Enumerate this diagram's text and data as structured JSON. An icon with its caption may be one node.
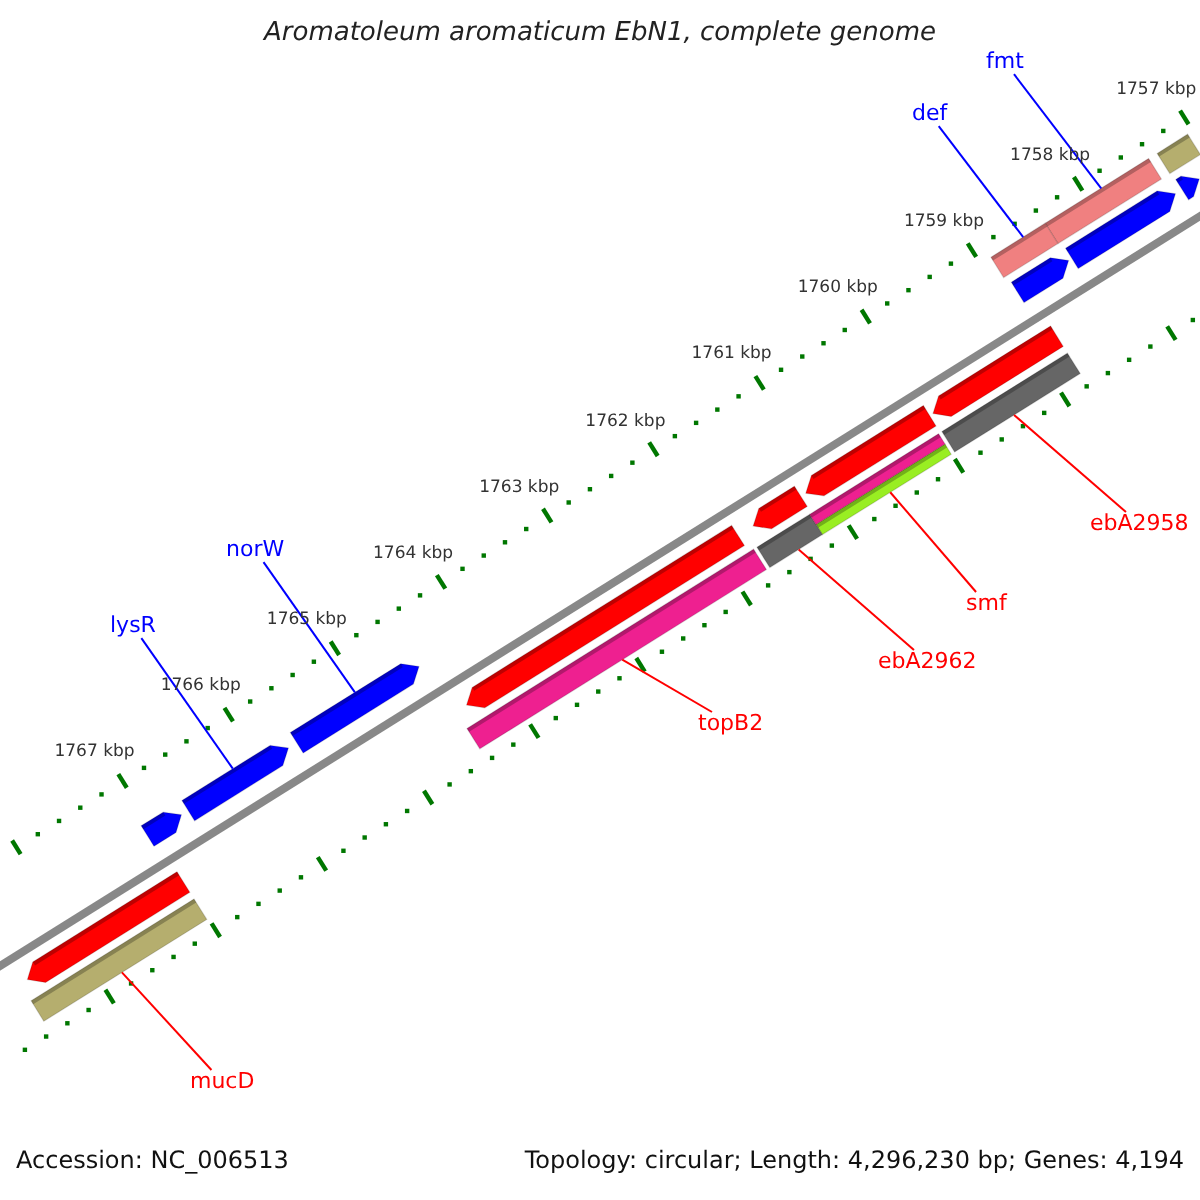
{
  "diagram": {
    "title": "Aromatoleum aromaticum EbN1, complete genome",
    "nodes": [
      {
        "text": [
          "fmt"
        ]
      },
      {
        "text": [
          "def"
        ]
      },
      {
        "text": [
          "ebA2958"
        ]
      },
      {
        "text": [
          "norW"
        ]
      },
      {
        "text": [
          "smf"
        ]
      },
      {
        "text": [
          "lysR"
        ]
      },
      {
        "text": [
          "ebA2962"
        ]
      },
      {
        "text": [
          "topB2"
        ]
      },
      {
        "text": [
          "mucD"
        ]
      },
      {
        "text": [],
        "shape": "bar"
      },
      {
        "text": [],
        "shape": "bar"
      },
      {
        "text": [],
        "shape": "bar"
      },
      {
        "text": [],
        "shape": "arrow"
      },
      {
        "text": [],
        "shape": "bar"
      },
      {
        "text": [],
        "shape": "arrow"
      },
      {
        "text": [],
        "shape": "bar"
      },
      {
        "text": [],
        "shape": "bar"
      },
      {
        "text": [],
        "shape": "bar"
      },
      {
        "text": [],
        "shape": "arrow"
      },
      {
        "text": [],
        "shape": "arrow"
      },
      {
        "text": [],
        "shape": "arrow"
      },
      {
        "text": [],
        "shape": "arrow"
      },
      {
        "text": [],
        "shape": "bar"
      },
      {
        "text": [],
        "shape": "arrow"
      },
      {
        "text": [],
        "shape": "arrow"
      },
      {
        "text": [],
        "shape": "arrow"
      },
      {
        "text": [],
        "shape": "arrow"
      },
      {
        "text": [],
        "shape": "arrow"
      },
      {
        "text": [],
        "shape": "bar"
      }
    ],
    "edges": [
      {
        "from": 0,
        "to": 9,
        "arrow": "none",
        "color": "#0000ff"
      },
      {
        "from": 1,
        "to": 10,
        "arrow": "none",
        "color": "#0000ff"
      },
      {
        "from": 2,
        "to": 11,
        "arrow": "none"
      },
      {
        "from": 3,
        "to": 12,
        "arrow": "none",
        "color": "#0000ff"
      },
      {
        "from": 4,
        "to": 13,
        "arrow": "none"
      },
      {
        "from": 5,
        "to": 14,
        "arrow": "none",
        "color": "#0000ff"
      },
      {
        "from": 6,
        "to": 15,
        "arrow": "none"
      },
      {
        "from": 7,
        "to": 16,
        "arrow": "none"
      },
      {
        "from": 8,
        "to": 17,
        "arrow": "none"
      }
    ],
    "labels": [
      "1757 kbp",
      "1758 kbp",
      "1759 kbp",
      "1760 kbp",
      "1761 kbp",
      "1762 kbp",
      "1763 kbp",
      "1764 kbp",
      "1765 kbp",
      "1766 kbp",
      "1767 kbp",
      "Accession: NC_006513",
      "Topology: circular; Length: 4,296,230 bp; Genes: 4,194"
    ]
  }
}
